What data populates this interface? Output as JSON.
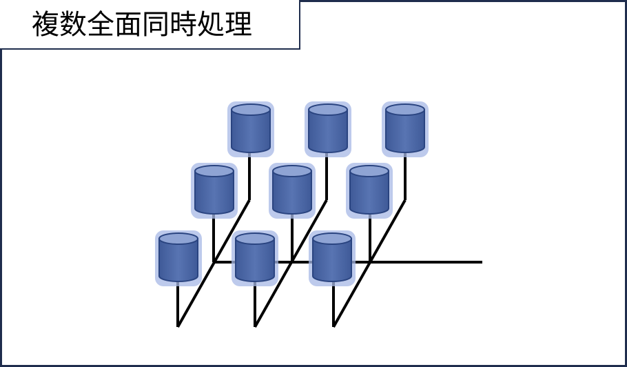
{
  "title": "複数全面同時処理",
  "colors": {
    "frame": "#1f2d4d",
    "cylinder_body": "#4f6aa8",
    "cylinder_top": "#8fa4d4",
    "cylinder_outline": "#2a4480",
    "cylinder_glow": "#a7b8e6",
    "line": "#000000"
  },
  "diagram": {
    "node_count": 9,
    "rows": [
      {
        "row": "back",
        "nodes": [
          "node-back-1",
          "node-back-2",
          "node-back-3"
        ]
      },
      {
        "row": "middle",
        "nodes": [
          "node-middle-1",
          "node-middle-2",
          "node-middle-3"
        ]
      },
      {
        "row": "front",
        "nodes": [
          "node-front-1",
          "node-front-2",
          "node-front-3"
        ]
      }
    ]
  }
}
